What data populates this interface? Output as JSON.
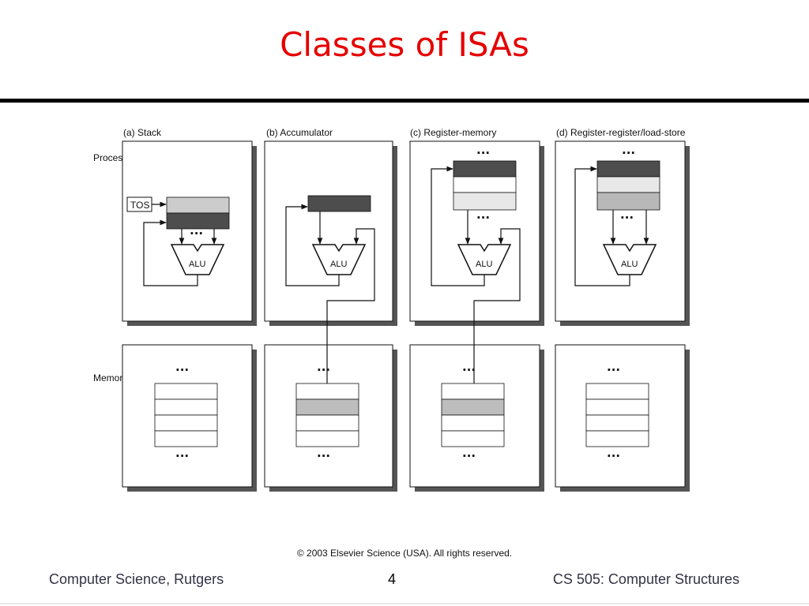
{
  "slide": {
    "title": "Classes of ISAs",
    "copyright": "© 2003 Elsevier Science (USA). All rights reserved.",
    "footer_left": "Computer Science, Rutgers",
    "page_number": "4",
    "footer_right": "CS 505: Computer Structures"
  },
  "diagram": {
    "row_labels": {
      "processor": "Processor",
      "memory": "Memory"
    },
    "panels": [
      {
        "id": "a",
        "label": "(a)  Stack"
      },
      {
        "id": "b",
        "label": "(b)  Accumulator"
      },
      {
        "id": "c",
        "label": "(c)  Register-memory"
      },
      {
        "id": "d",
        "label": "(d)  Register-register/load-store"
      }
    ],
    "tos_label": "TOS",
    "alu_label": "ALU",
    "ellipsis": "···"
  },
  "colors": {
    "title": "#e60000",
    "dark_register": "#4d4d4d",
    "light_register": "#cccccc",
    "medium_register": "#b8b8b8",
    "pale_register": "#e8e8e8",
    "shadow": "#555555"
  }
}
